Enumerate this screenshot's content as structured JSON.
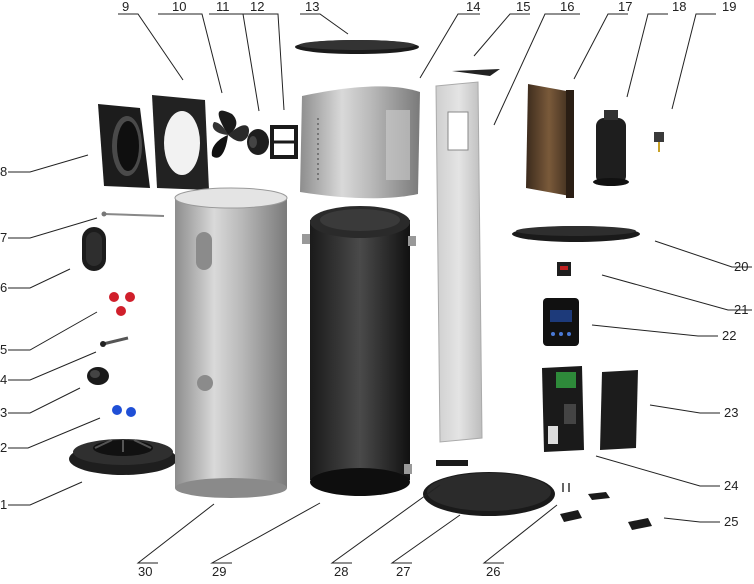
{
  "diagram": {
    "labels": [
      "1",
      "2",
      "3",
      "4",
      "5",
      "6",
      "7",
      "8",
      "9",
      "10",
      "11",
      "12",
      "13",
      "14",
      "15",
      "16",
      "17",
      "18",
      "19",
      "20",
      "21",
      "22",
      "23",
      "24",
      "25",
      "26",
      "27",
      "28",
      "29",
      "30"
    ]
  }
}
